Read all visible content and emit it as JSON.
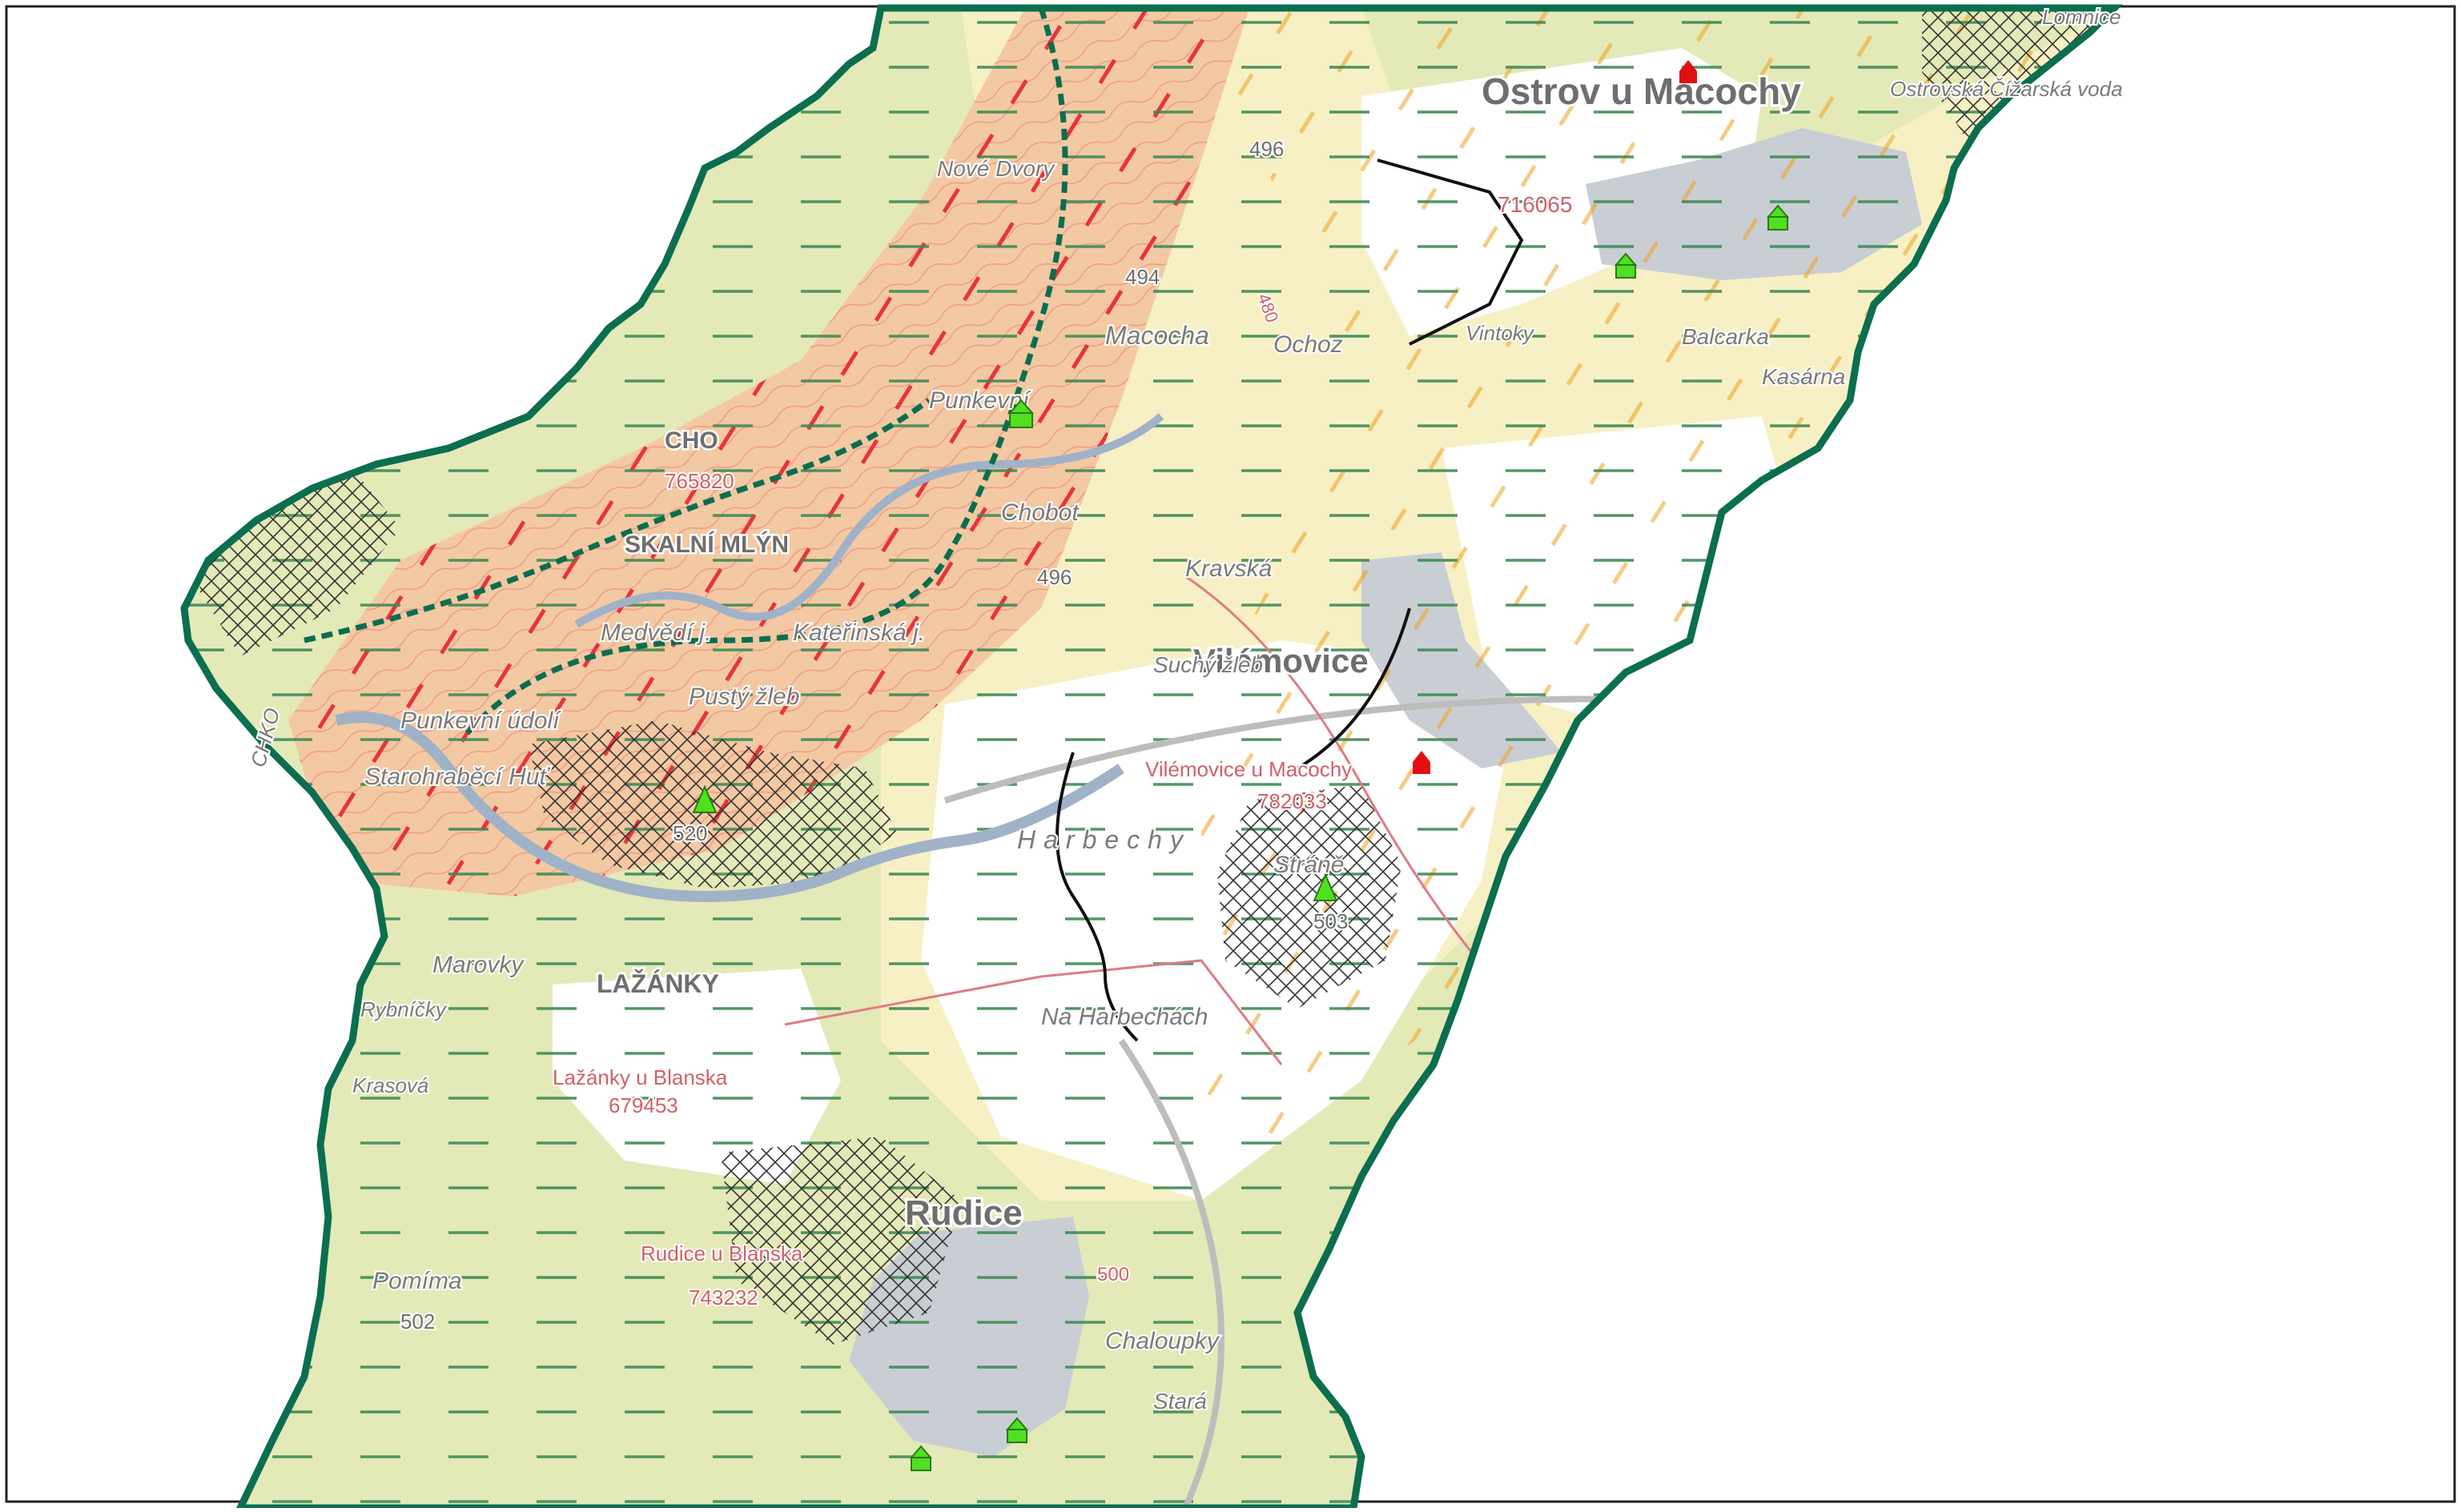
{
  "map": {
    "villages": [
      "Ostrov u Macochy",
      "Vilémovice",
      "Rudice",
      "LAŽÁNKY",
      "SKALNÍ MLÝN",
      "CHO"
    ],
    "cadastral_areas": [
      {
        "name": "",
        "code": "716065"
      },
      {
        "name": "Vilémovice u Macochy",
        "code": "782033"
      },
      {
        "name": "Lažánky u Blanska",
        "code": "679453"
      },
      {
        "name": "Rudice u Blanska",
        "code": "743232"
      },
      {
        "name": "",
        "code": "765820"
      }
    ],
    "places": [
      "Nové Dvory",
      "Macocha",
      "Ochoz",
      "Punkevní",
      "Chobot",
      "Kravská",
      "Medvědí j.",
      "Kateřinská j.",
      "Punkevní údolí",
      "Pustý žleb",
      "Starohraběcí Huť",
      "Harbechy",
      "Stráně",
      "Marovky",
      "Na Harbechách",
      "Pomíma",
      "Chaloupky",
      "Stará",
      "Vintoky",
      "Balcarka",
      "Kasárna",
      "Ostrovská Čížarská voda",
      "Lomnice",
      "Suchý žleb",
      "CHKO",
      "Rybníčky",
      "Krasová"
    ],
    "elevations": [
      "496",
      "494",
      "496",
      "520",
      "503",
      "502",
      "500",
      "480"
    ],
    "colors": {
      "boundary": "#0b6e4f",
      "protected_hatch": "#e8333d",
      "orange_hatch": "#f0a020",
      "green_dash": "#3e8a55",
      "forest_fill": "#e4e9b8",
      "steep_fill": "#f3c9a3",
      "meadow_fill": "#f7f0c4",
      "built_up": "#c9ced4",
      "cadastral_line": "#e07a86",
      "contour": "#ef9a86",
      "stream": "#9fb2c8",
      "church_icon": "#4fe020",
      "chapel_icon": "#e01010"
    },
    "icons": [
      "church-icon",
      "chapel-icon",
      "tree-icon"
    ]
  }
}
